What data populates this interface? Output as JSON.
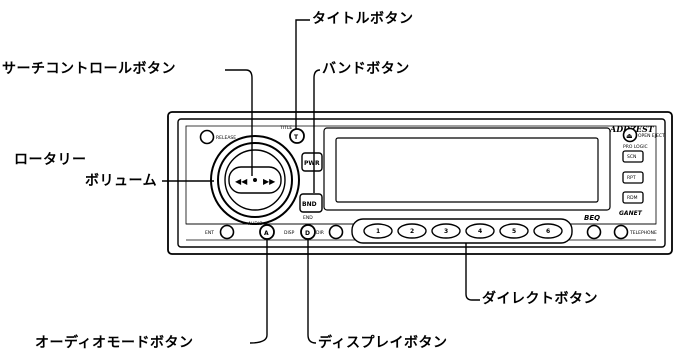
{
  "labels": {
    "title_button": "タイトルボタン",
    "search_control_button": "サーチコントロールボタン",
    "band_button": "バンドボタン",
    "rotary_volume_line1": "ロータリー",
    "rotary_volume_line2": "ボリューム",
    "direct_button": "ダイレクトボタン",
    "audio_mode_button": "オーディオモードボタン",
    "display_button": "ディスプレイボタン"
  },
  "faceplate": {
    "brand": "ADDZEST",
    "release": "RELEASE",
    "title": "TITLE",
    "pwr": "PWR",
    "bnd": "BND",
    "end": "END",
    "ent": "ENT",
    "audio": "AUDIO",
    "disp": "DISP",
    "dir": "DIR",
    "open_eject": "OPEN EJECT",
    "pro_logic": "PRO LOGIC",
    "scn": "SCN",
    "rpt": "RPT",
    "rdm": "RDM",
    "beq": "BEQ",
    "telephone": "TELEPHONE",
    "ganet": "GANET",
    "presets": [
      "1",
      "2",
      "3",
      "4",
      "5",
      "6"
    ]
  }
}
